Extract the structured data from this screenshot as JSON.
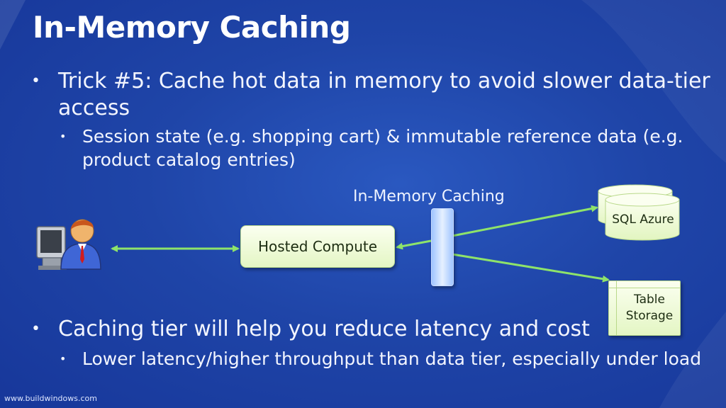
{
  "slide": {
    "title": "In-Memory Caching",
    "bullets": [
      "Trick #5: Cache hot data in memory to avoid slower data-tier access",
      "Session state (e.g. shopping cart) & immutable reference data (e.g. product catalog entries)",
      "Caching tier will help you reduce latency and cost",
      "Lower latency/higher throughput than data tier, especially under load"
    ],
    "bullet_lines": {
      "b1_line1": "Trick #5: Cache hot data in memory to avoid slower data-tier",
      "b1_line2": "access",
      "b2_line1": "Session state (e.g. shopping cart) & immutable reference data (e.g.",
      "b2_line2": "product catalog entries)"
    },
    "bullet_glyph": "•"
  },
  "diagram": {
    "label": "In-Memory Caching",
    "hosted_compute": "Hosted Compute",
    "sql_azure": "SQL Azure",
    "table_storage_line1": "Table",
    "table_storage_line2": "Storage",
    "icons": [
      "user-at-computer-icon",
      "database-icon",
      "table-icon"
    ]
  },
  "footer": "www.buildwindows.com",
  "colors": {
    "background": "#1f45a8",
    "arrow": "#8ee36a",
    "box_fill": "#eefad8",
    "cache_bar": "#c8dcff"
  }
}
